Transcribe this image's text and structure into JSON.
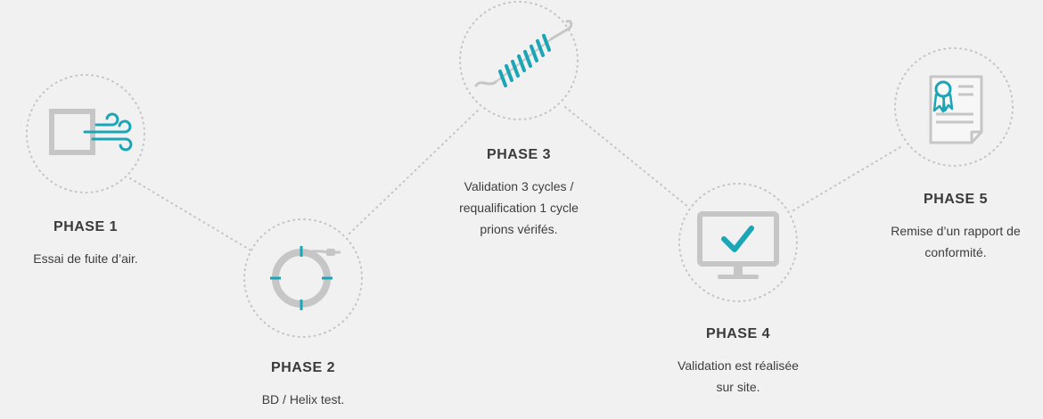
{
  "colors": {
    "accent": "#1aa6b7",
    "icon_gray": "#c6c6c6",
    "ring": "#c4c4c4",
    "background": "#f1f1f1"
  },
  "phases": [
    {
      "title": "PHASE 1",
      "description": "Essai de fuite d’air.",
      "icon": "air-leak-icon"
    },
    {
      "title": "PHASE 2",
      "description": "BD / Helix test.",
      "icon": "ring-test-icon"
    },
    {
      "title": "PHASE 3",
      "description": "Validation 3 cycles /\nrequalification 1 cycle\nprions vérifés.",
      "icon": "helix-icon"
    },
    {
      "title": "PHASE 4",
      "description": "Validation est réalisée\nsur site.",
      "icon": "monitor-check-icon"
    },
    {
      "title": "PHASE 5",
      "description": "Remise d’un rapport de\nconformité.",
      "icon": "certificate-icon"
    }
  ]
}
